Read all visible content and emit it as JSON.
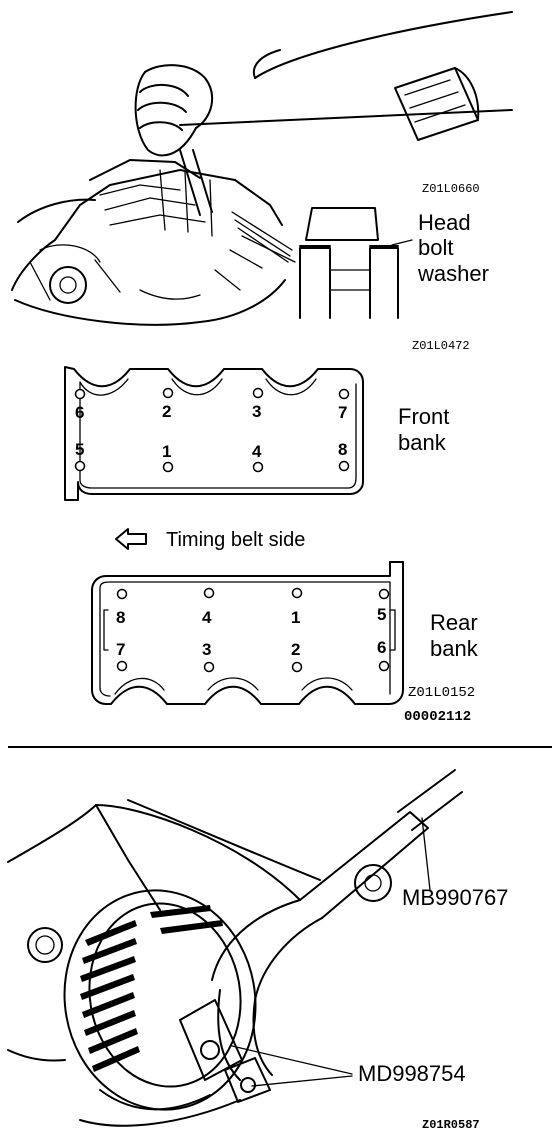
{
  "figure1": {
    "fig_code_1": "Z01L0660",
    "head_bolt_washer": [
      "Head",
      "bolt",
      "washer"
    ],
    "fig_code_2": "Z01L0472"
  },
  "figure2": {
    "front_bank_label": [
      "Front",
      "bank"
    ],
    "front_bank_top_numbers": [
      "6",
      "2",
      "3",
      "7"
    ],
    "front_bank_bottom_numbers": [
      "5",
      "1",
      "4",
      "8"
    ],
    "timing_belt_label": "Timing belt side",
    "rear_bank_label": [
      "Rear",
      "bank"
    ],
    "rear_bank_top_numbers": [
      "8",
      "4",
      "1",
      "5"
    ],
    "rear_bank_bottom_numbers": [
      "7",
      "3",
      "2",
      "6"
    ],
    "fig_code": "Z01L0152",
    "doc_code": "00002112"
  },
  "figure3": {
    "tool_1": "MB990767",
    "tool_2": "MD998754",
    "fig_code": "Z01R0587"
  }
}
